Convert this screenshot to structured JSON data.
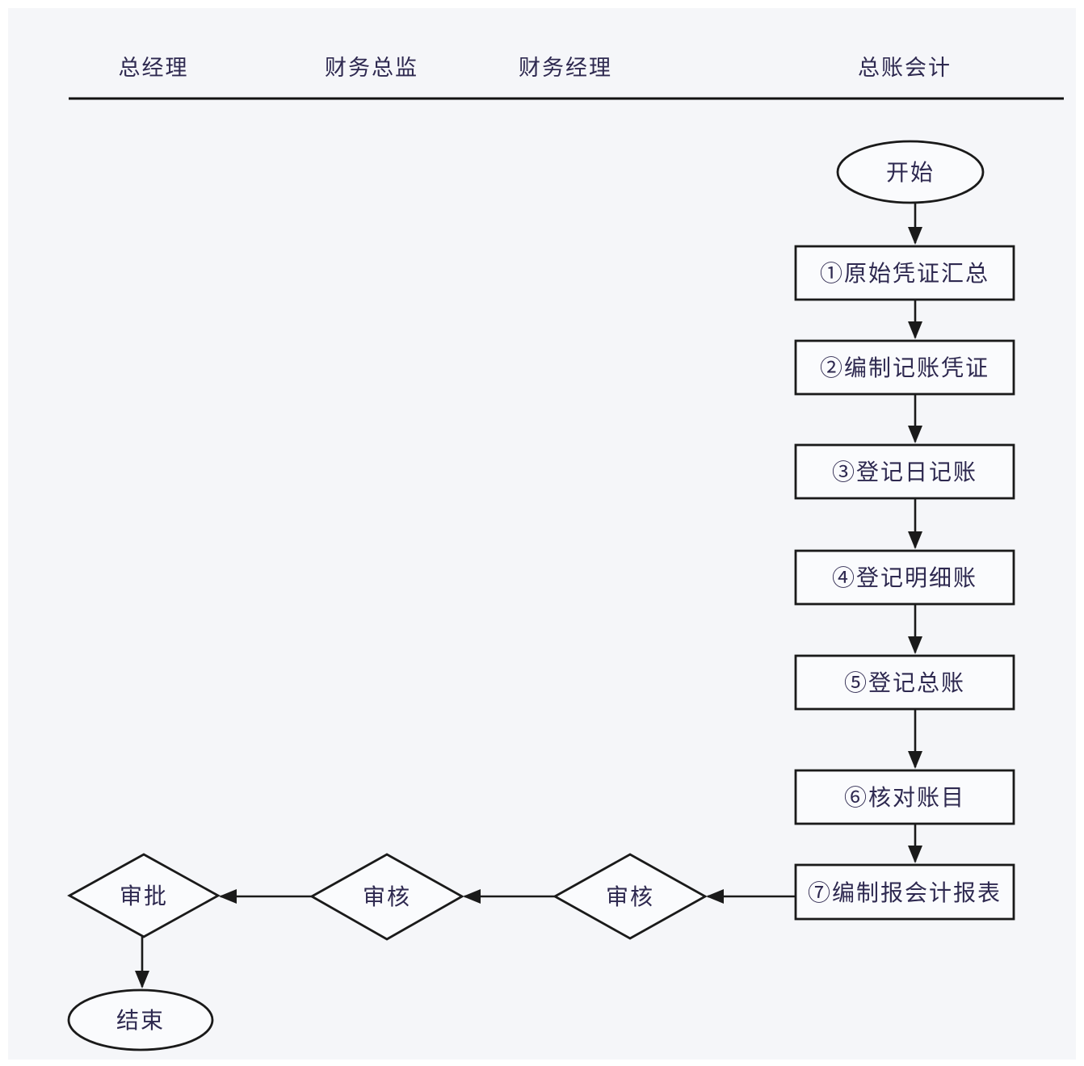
{
  "diagram": {
    "title_hint": "accounting-bookkeeping-approval-flowchart",
    "lanes": [
      {
        "label": "总经理"
      },
      {
        "label": "财务总监"
      },
      {
        "label": "财务经理"
      },
      {
        "label": "总账会计"
      }
    ],
    "start": {
      "label": "开始"
    },
    "steps": [
      {
        "label": "①原始凭证汇总"
      },
      {
        "label": "②编制记账凭证"
      },
      {
        "label": "③登记日记账"
      },
      {
        "label": "④登记明细账"
      },
      {
        "label": "⑤登记总账"
      },
      {
        "label": "⑥核对账目"
      },
      {
        "label": "⑦编制报会计报表"
      }
    ],
    "decisions": [
      {
        "label": "审核",
        "lane": "财务经理"
      },
      {
        "label": "审核",
        "lane": "财务总监"
      },
      {
        "label": "审批",
        "lane": "总经理"
      }
    ],
    "end": {
      "label": "结束"
    },
    "colors": {
      "background": "#f5f6f9",
      "frame": "#ffffff",
      "stroke": "#1a1a1a",
      "text": "#2e2950"
    }
  }
}
